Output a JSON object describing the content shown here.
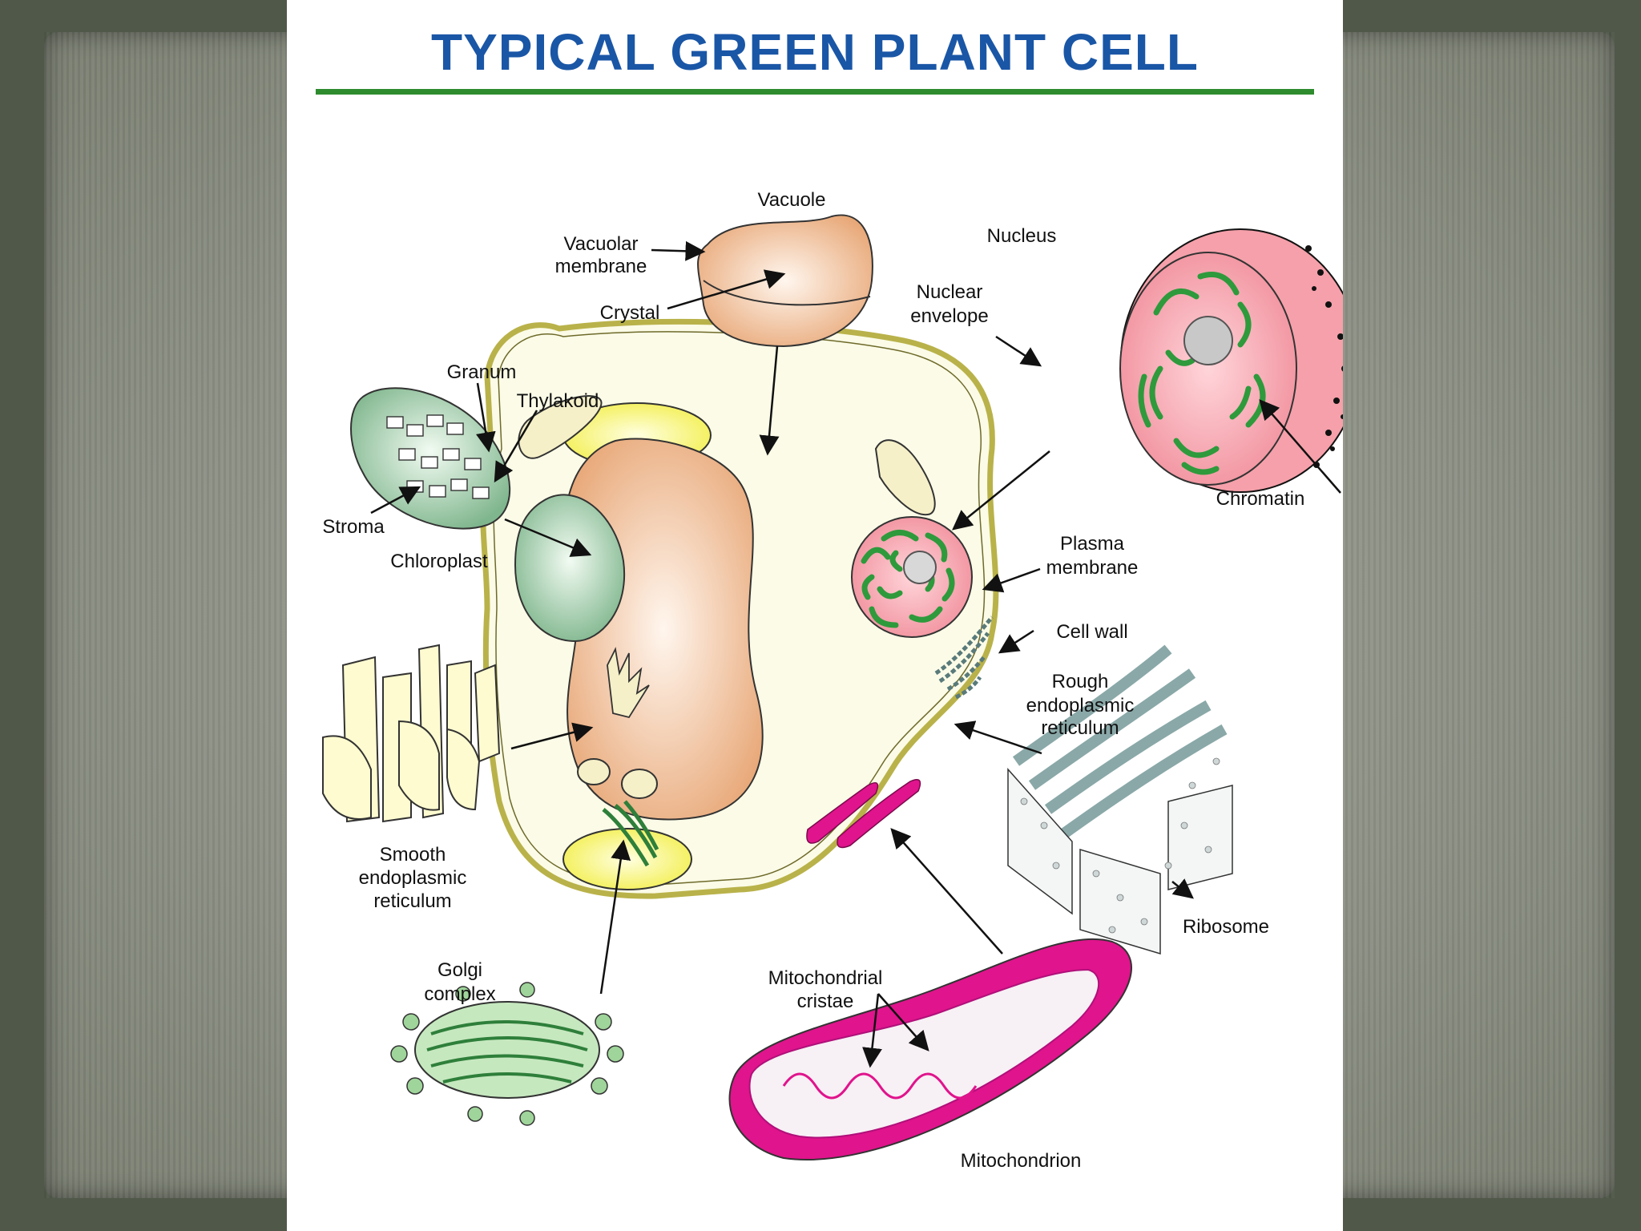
{
  "title": "TYPICAL GREEN PLANT CELL",
  "colors": {
    "title": "#1a56a6",
    "rule": "#2e8b2e",
    "cell_wall": "#b9b24a",
    "vacuole": "#e8a878",
    "chloroplast": "#8fc29b",
    "nucleus": "#f29ca6",
    "chromatin": "#2e9a3c",
    "mitochondrion": "#e0148c",
    "yellow_organelle": "#f2ee4a",
    "rough_er": "#a9c4c4",
    "smooth_er": "#fffbd0",
    "golgi": "#9fd49a"
  },
  "labels": {
    "vacuole": "Vacuole",
    "vacuolar_membrane_1": "Vacuolar",
    "vacuolar_membrane_2": "membrane",
    "crystal": "Crystal",
    "nucleus": "Nucleus",
    "nuclear_envelope_1": "Nuclear",
    "nuclear_envelope_2": "envelope",
    "chromatin": "Chromatin",
    "granum": "Granum",
    "thylakoid": "Thylakoid",
    "stroma": "Stroma",
    "chloroplast": "Chloroplast",
    "plasma_membrane_1": "Plasma",
    "plasma_membrane_2": "membrane",
    "cell_wall": "Cell wall",
    "rough_er_1": "Rough",
    "rough_er_2": "endoplasmic",
    "rough_er_3": "reticulum",
    "smooth_er_1": "Smooth",
    "smooth_er_2": "endoplasmic",
    "smooth_er_3": "reticulum",
    "ribosome": "Ribosome",
    "golgi_1": "Golgi",
    "golgi_2": "complex",
    "mito_cristae_1": "Mitochondrial",
    "mito_cristae_2": "cristae",
    "mitochondrion": "Mitochondrion"
  }
}
